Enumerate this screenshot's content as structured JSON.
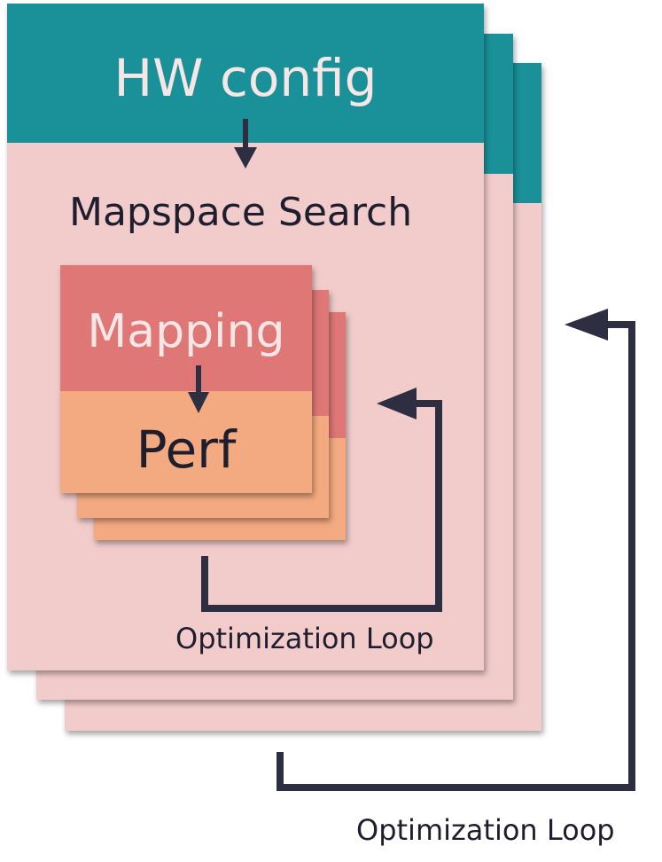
{
  "outer_stack": {
    "hw_config_label": "HW config",
    "search_label": "Mapspace Search",
    "loop_label": "Optimization Loop"
  },
  "inner_stack": {
    "mapping_label": "Mapping",
    "perf_label": "Perf",
    "loop_label": "Optimization Loop"
  },
  "colors": {
    "hw_band": "#1a9199",
    "card_background": "#f2cbcb",
    "mapping_band": "#df7777",
    "perf_band": "#f3aa80",
    "arrow": "#2e2e42",
    "text_dark": "#1e1e2e",
    "text_light": "#f7e6e6"
  }
}
